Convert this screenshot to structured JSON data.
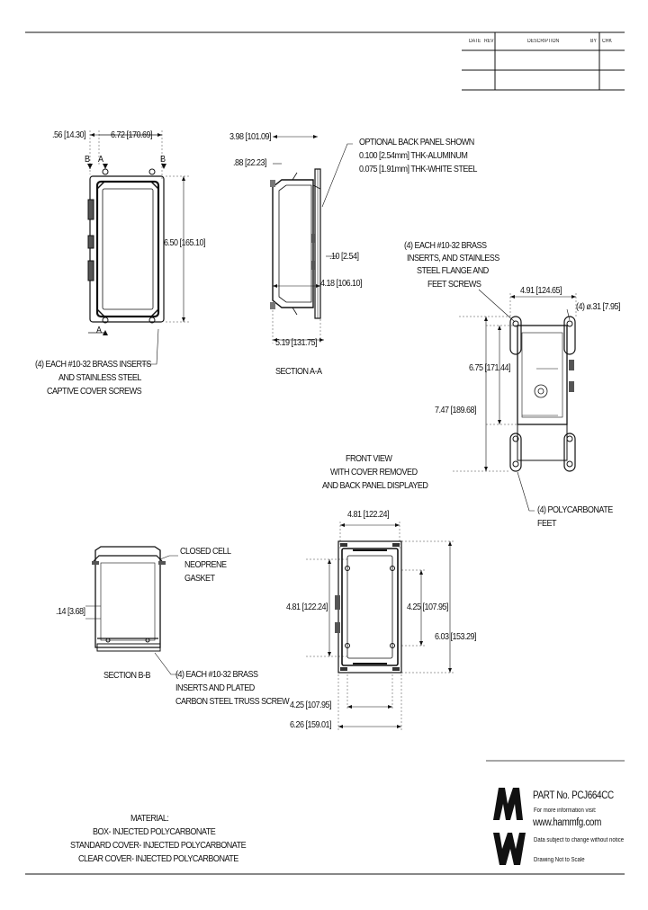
{
  "drawing": {
    "revision_table": {
      "headers": [
        "DATE",
        "REV",
        "DESCRIPTION",
        "BY",
        "CHK"
      ]
    },
    "top_view": {
      "dims": {
        "offset_left": ".56 [14.30]",
        "width_top": "6.72 [170.69]",
        "height_right": "6.50 [165.10]"
      },
      "section_marks": [
        "B",
        "A",
        "B",
        "A"
      ],
      "callout": [
        "(4) EACH #10-32 BRASS INSERTS",
        "AND STAINLESS STEEL",
        "CAPTIVE COVER SCREWS"
      ]
    },
    "section_aa": {
      "dims": {
        "depth_top": "3.98 [101.09]",
        "flange": ".88 [22.23]",
        "panel_gap": ".10 [2.54]",
        "inner_depth": "4.18 [106.10]",
        "overall": "5.19 [131.75]"
      },
      "title": "SECTION A-A",
      "note": [
        "OPTIONAL BACK PANEL SHOWN",
        "0.100 [2.54mm] THK-ALUMINUM",
        "0.075 [1.91mm] THK-WHITE STEEL"
      ]
    },
    "side_view": {
      "callout_inserts": [
        "(4) EACH #10-32 BRASS",
        "INSERTS, AND STAINLESS",
        "STEEL FLANGE AND",
        "FEET SCREWS"
      ],
      "dims": {
        "width": "4.91 [124.65]",
        "hole": "(4) ø.31 [7.95]",
        "height_inner": "6.75 [171.44]",
        "height_outer": "7.47 [189.68]"
      },
      "callout_feet": [
        "(4) POLYCARBONATE",
        "FEET"
      ]
    },
    "front_view": {
      "title": [
        "FRONT VIEW",
        "WITH COVER REMOVED",
        "AND BACK PANEL DISPLAYED"
      ],
      "dims": {
        "width_top": "4.81 [122.24]",
        "height_left": "4.81 [122.24]",
        "inner_right": "4.25 [107.95]",
        "outer_right": "6.03 [153.29]",
        "bottom_inner": "4.25 [107.95]",
        "bottom_outer": "6.26 [159.01]"
      }
    },
    "section_bb": {
      "title": "SECTION B-B",
      "dim_left": ".14 [3.68]",
      "gasket_callout": [
        "CLOSED CELL",
        "NEOPRENE",
        "GASKET"
      ],
      "inserts_callout": [
        "(4) EACH #10-32 BRASS",
        "INSERTS AND PLATED",
        "CARBON STEEL TRUSS SCREW"
      ]
    },
    "material": [
      "MATERIAL:",
      "BOX- INJECTED POLYCARBONATE",
      "STANDARD COVER- INJECTED POLYCARBONATE",
      "CLEAR COVER- INJECTED POLYCARBONATE"
    ],
    "title_block": {
      "part_no": "PART No. PCJ664CC",
      "more_info": "For more information visit:",
      "website": "www.hammfg.com",
      "disclaimer": "Data subject to change without notice",
      "scale_note": "Drawing Not to Scale"
    }
  }
}
